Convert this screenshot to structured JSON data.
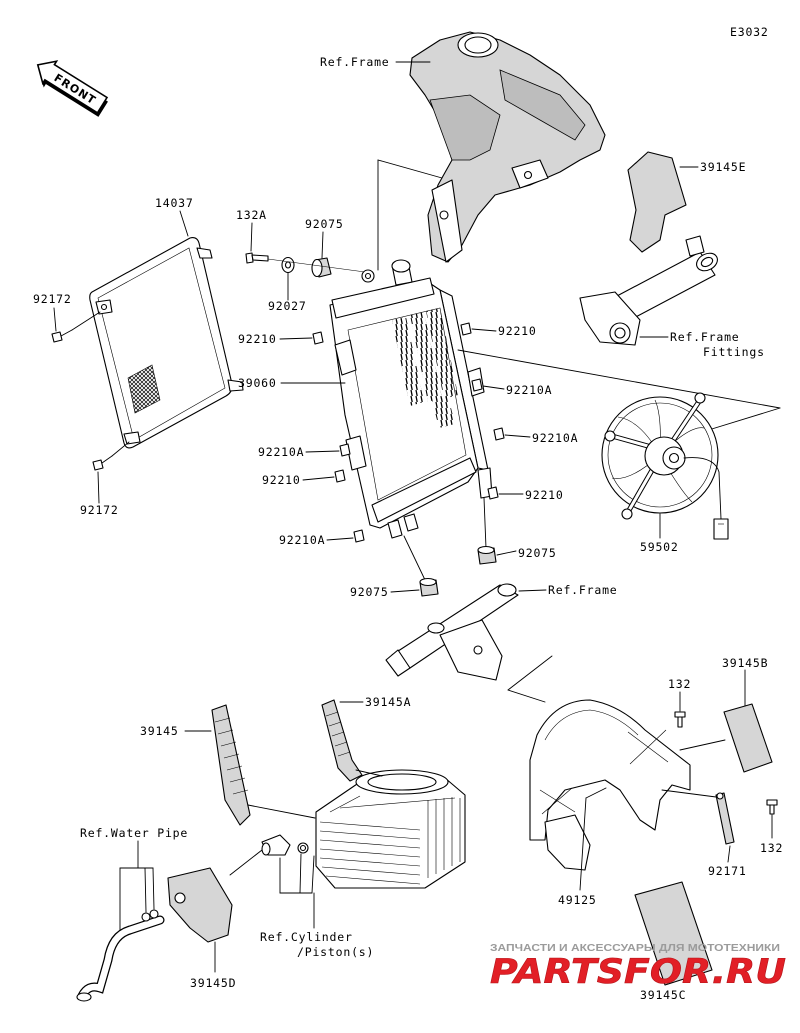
{
  "diagram": {
    "code": "E3032",
    "front_arrow": "FRONT"
  },
  "callouts": [
    "Ref.Frame",
    "39145E",
    "Ref.Frame",
    "Fittings",
    "14037",
    "132A",
    "92075",
    "92172",
    "92027",
    "92210",
    "92210",
    "39060",
    "92210A",
    "92210A",
    "92210A",
    "92210",
    "92210",
    "92172",
    "92210A",
    "59502",
    "92075",
    "92075",
    "Ref.Frame",
    "39145B",
    "132",
    "39145A",
    "39145",
    "Ref.Water Pipe",
    "132",
    "92171",
    "49125",
    "Ref.Cylinder",
    "/Piston(s)",
    "39145D",
    "39145C"
  ],
  "watermark": {
    "tagline": "ЗАПЧАСТИ И АКСЕССУАРЫ ДЛЯ МОТОТЕХНИКИ",
    "logo": "PARTSFOR.RU"
  },
  "colors": {
    "background": "#ffffff",
    "line": "#000000",
    "part_shade": "#d6d6d6",
    "watermark_red": "#e21f26",
    "watermark_gray": "#9b9b9b"
  }
}
